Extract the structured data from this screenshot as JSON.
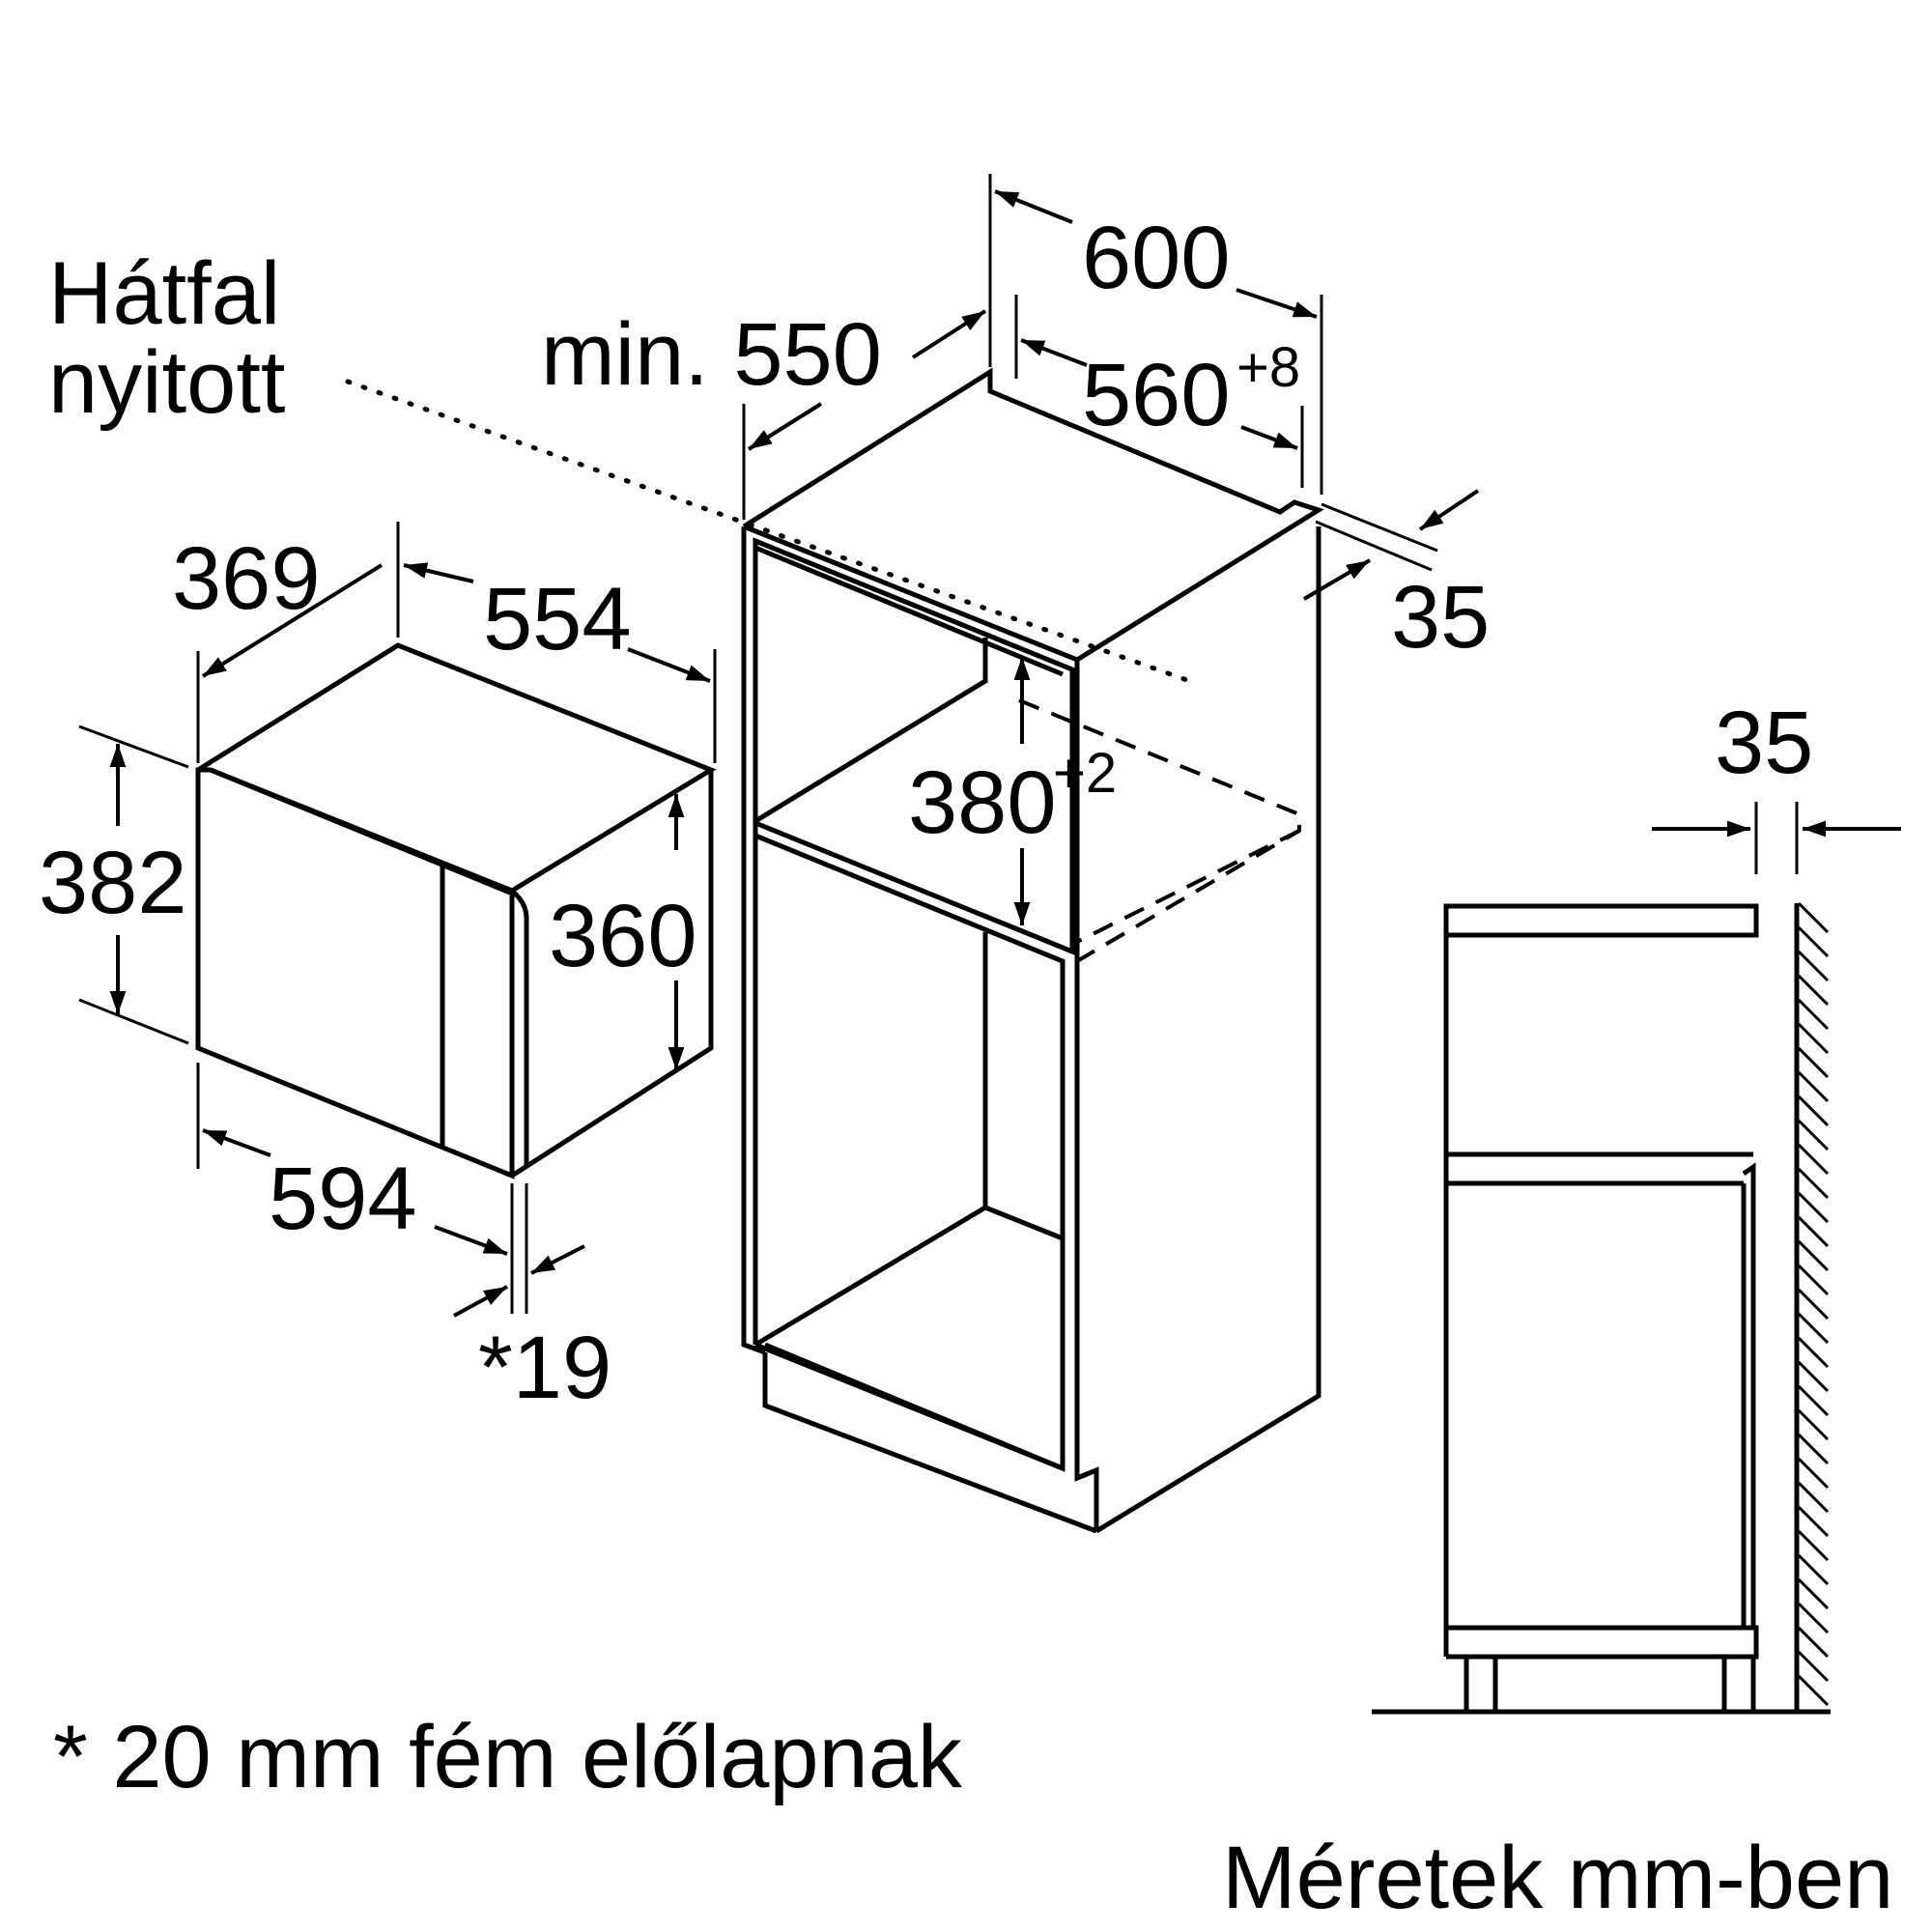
{
  "labels": {
    "back_wall_line1": "Hátfal",
    "back_wall_line2": "nyitott",
    "width_600": "600",
    "min_550": "min. 550",
    "niche_560": "560",
    "niche_560_tol": "+8",
    "side_35": "35",
    "niche_380": "380",
    "niche_380_tol": "+2",
    "wall_35": "35",
    "dim_369": "369",
    "dim_554": "554",
    "dim_382": "382",
    "dim_360": "360",
    "dim_594": "594",
    "dim_19": "*19",
    "footnote": "* 20 mm fém előlapnak",
    "units": "Méretek mm-ben"
  }
}
